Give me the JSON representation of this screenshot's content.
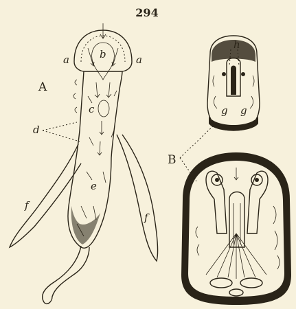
{
  "figure_number": "294",
  "labels": {
    "A": "A",
    "B": "B",
    "a_left": "a",
    "a_right": "a",
    "b": "b",
    "c": "c",
    "d": "d",
    "e": "e",
    "f_left": "f",
    "f_right": "f",
    "g_left": "g",
    "g_right": "g",
    "h": "h"
  },
  "colors": {
    "paper": "#f7f1dc",
    "ink": "#2a2418"
  }
}
